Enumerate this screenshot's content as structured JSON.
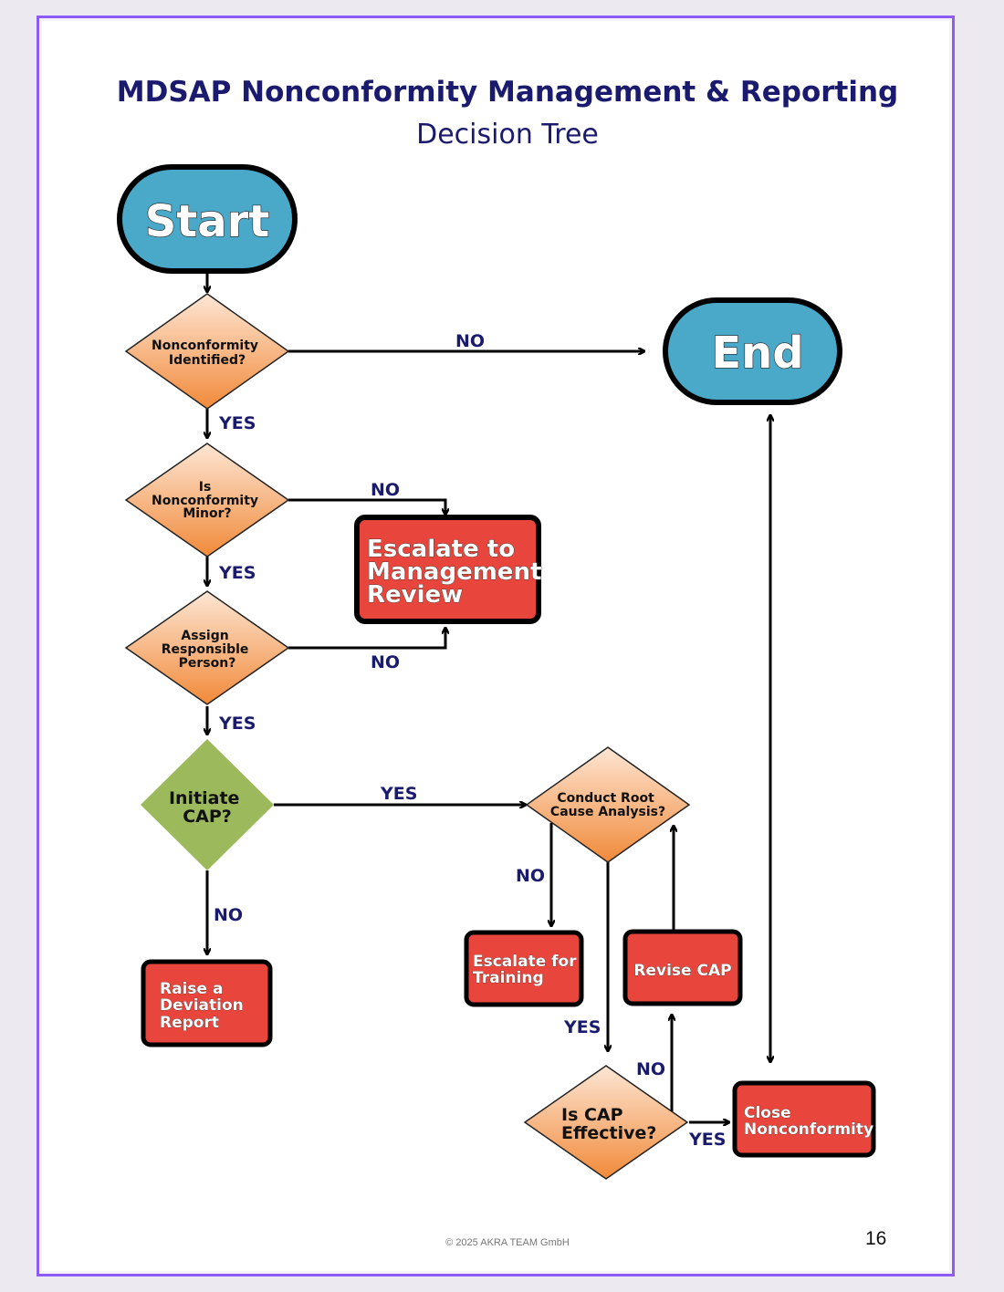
{
  "title": "MDSAP Nonconformity Management & Reporting",
  "subtitle": "Decision Tree",
  "footer": "© 2025 AKRA TEAM GmbH",
  "page_number": "16",
  "colors": {
    "frame": "#8b5cf6",
    "terminal": "#4aa8c8",
    "decision_orange": "#f6a66a",
    "decision_green": "#9cba5c",
    "process_red": "#e8453c",
    "text_navy": "#1a1a6e"
  },
  "nodes": {
    "start": "Start",
    "end": "End",
    "q_identified": [
      "Nonconformity",
      "Identified?"
    ],
    "q_minor": [
      "Is",
      "Nonconformity",
      "Minor?"
    ],
    "q_assign": [
      "Assign",
      "Responsible",
      "Person?"
    ],
    "q_initiate": [
      "Initiate",
      "CAP?"
    ],
    "q_root_cause": [
      "Conduct Root",
      "Cause Analysis?"
    ],
    "q_effective": [
      "Is CAP",
      "Effective?"
    ],
    "p_escalate_mgmt": [
      "Escalate to",
      "Management",
      "Review"
    ],
    "p_deviation": [
      "Raise a",
      "Deviation",
      "Report"
    ],
    "p_training": [
      "Escalate for",
      "Training"
    ],
    "p_revise": [
      "Revise CAP"
    ],
    "p_close": [
      "Close",
      "Nonconformity"
    ]
  },
  "edge_labels": {
    "identified_no": "NO",
    "identified_yes": "YES",
    "minor_no": "NO",
    "minor_yes": "YES",
    "assign_no": "NO",
    "assign_yes": "YES",
    "initiate_yes": "YES",
    "initiate_no": "NO",
    "root_no": "NO",
    "root_yes": "YES",
    "effective_no": "NO",
    "effective_yes": "YES"
  }
}
